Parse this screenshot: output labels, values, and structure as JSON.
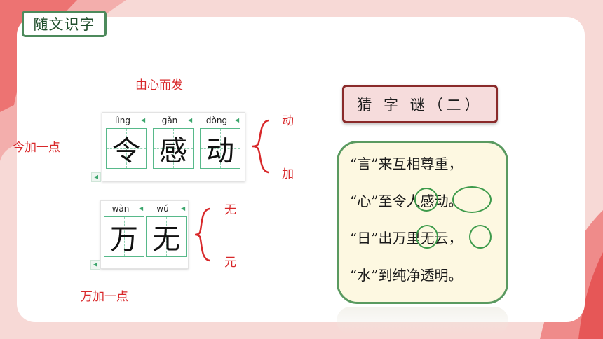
{
  "badge": {
    "title": "随文识字"
  },
  "labels": {
    "top_center": "由心而发",
    "left": "今加一点",
    "bottom": "万加一点",
    "brace1_top": "动",
    "brace1_bottom": "加",
    "brace2_top": "无",
    "brace2_bottom": "元"
  },
  "strip1": {
    "cells": [
      {
        "pinyin": "lìng",
        "char": "令"
      },
      {
        "pinyin": "gǎn",
        "char": "感"
      },
      {
        "pinyin": "dòng",
        "char": "动"
      }
    ]
  },
  "strip2": {
    "cells": [
      {
        "pinyin": "wàn",
        "char": "万"
      },
      {
        "pinyin": "wú",
        "char": "无"
      }
    ]
  },
  "riddle": {
    "title": "猜 字 谜（二）",
    "lines": [
      "“言”来互相尊重，",
      "“心”至令人感动。",
      "“日”出万里无云，",
      "“水”到纯净透明。"
    ]
  },
  "colors": {
    "accent_red": "#d8282a",
    "green": "#4d8a5c",
    "background": "#f7d9d6"
  },
  "icons": {
    "speaker": "speaker-icon"
  }
}
